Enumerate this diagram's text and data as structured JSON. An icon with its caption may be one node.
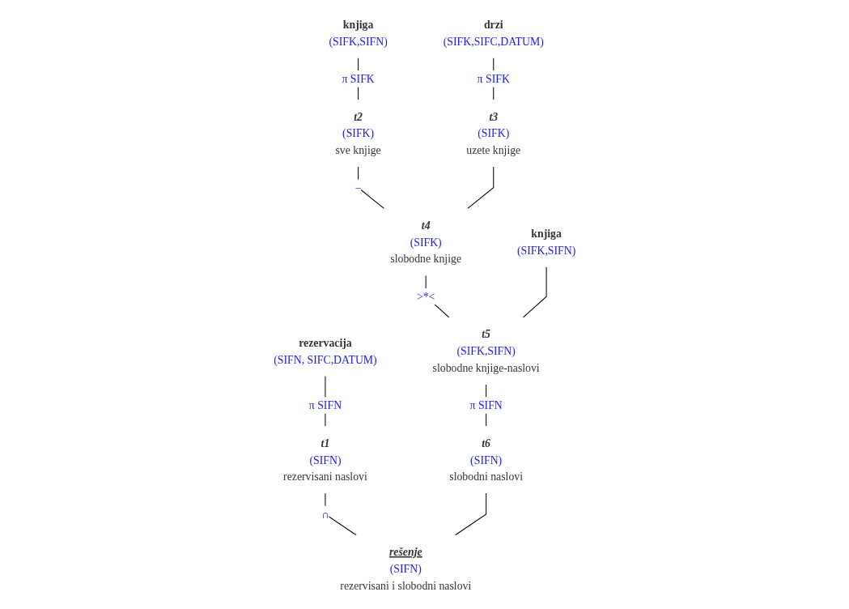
{
  "diagram": {
    "nodes": [
      {
        "text": [
          "rezervacija",
          "(SIFN, SIFC,DATUM)"
        ]
      },
      {
        "text": [
          "knjiga",
          "(SIFK,SIFN)"
        ]
      },
      {
        "text": [
          "drzi",
          "(SIFK,SIFC,DATUM)"
        ]
      },
      {
        "text": [
          "t1",
          "(SIFN)",
          "rezervisani naslovi"
        ]
      },
      {
        "text": [
          "t2",
          "(SIFK)",
          "sve knjige"
        ]
      },
      {
        "text": [
          "t3",
          "(SIFK)",
          "uzete knjige"
        ]
      },
      {
        "text": [
          "t4",
          "(SIFK)",
          "slobodne knjige"
        ]
      },
      {
        "text": [
          "knjiga",
          "(SIFK,SIFN)"
        ]
      },
      {
        "text": [
          "t5",
          "(SIFK,SIFN)",
          "slobodne knjige-naslovi"
        ]
      },
      {
        "text": [
          "t6",
          "(SIFN)",
          "slobodni naslovi"
        ]
      },
      {
        "text": [
          "rešenje",
          "(SIFN)",
          "rezervisani i slobodni naslovi"
        ]
      }
    ],
    "edges": [
      {
        "from": 0,
        "to": 3,
        "arrow": "none",
        "label": "π SIFN"
      },
      {
        "from": 1,
        "to": 4,
        "arrow": "none",
        "label": "π SIFK"
      },
      {
        "from": 2,
        "to": 5,
        "arrow": "none",
        "label": "π SIFK"
      },
      {
        "from": 4,
        "to": 6,
        "arrow": "none",
        "label": "−"
      },
      {
        "from": 5,
        "to": 6,
        "arrow": "none"
      },
      {
        "from": 6,
        "to": 8,
        "arrow": "none",
        "label": ">*<"
      },
      {
        "from": 7,
        "to": 8,
        "arrow": "none"
      },
      {
        "from": 8,
        "to": 9,
        "arrow": "none",
        "label": "π SIFN"
      },
      {
        "from": 3,
        "to": 10,
        "arrow": "none",
        "label": "∩"
      },
      {
        "from": 9,
        "to": 10,
        "arrow": "none"
      }
    ]
  }
}
